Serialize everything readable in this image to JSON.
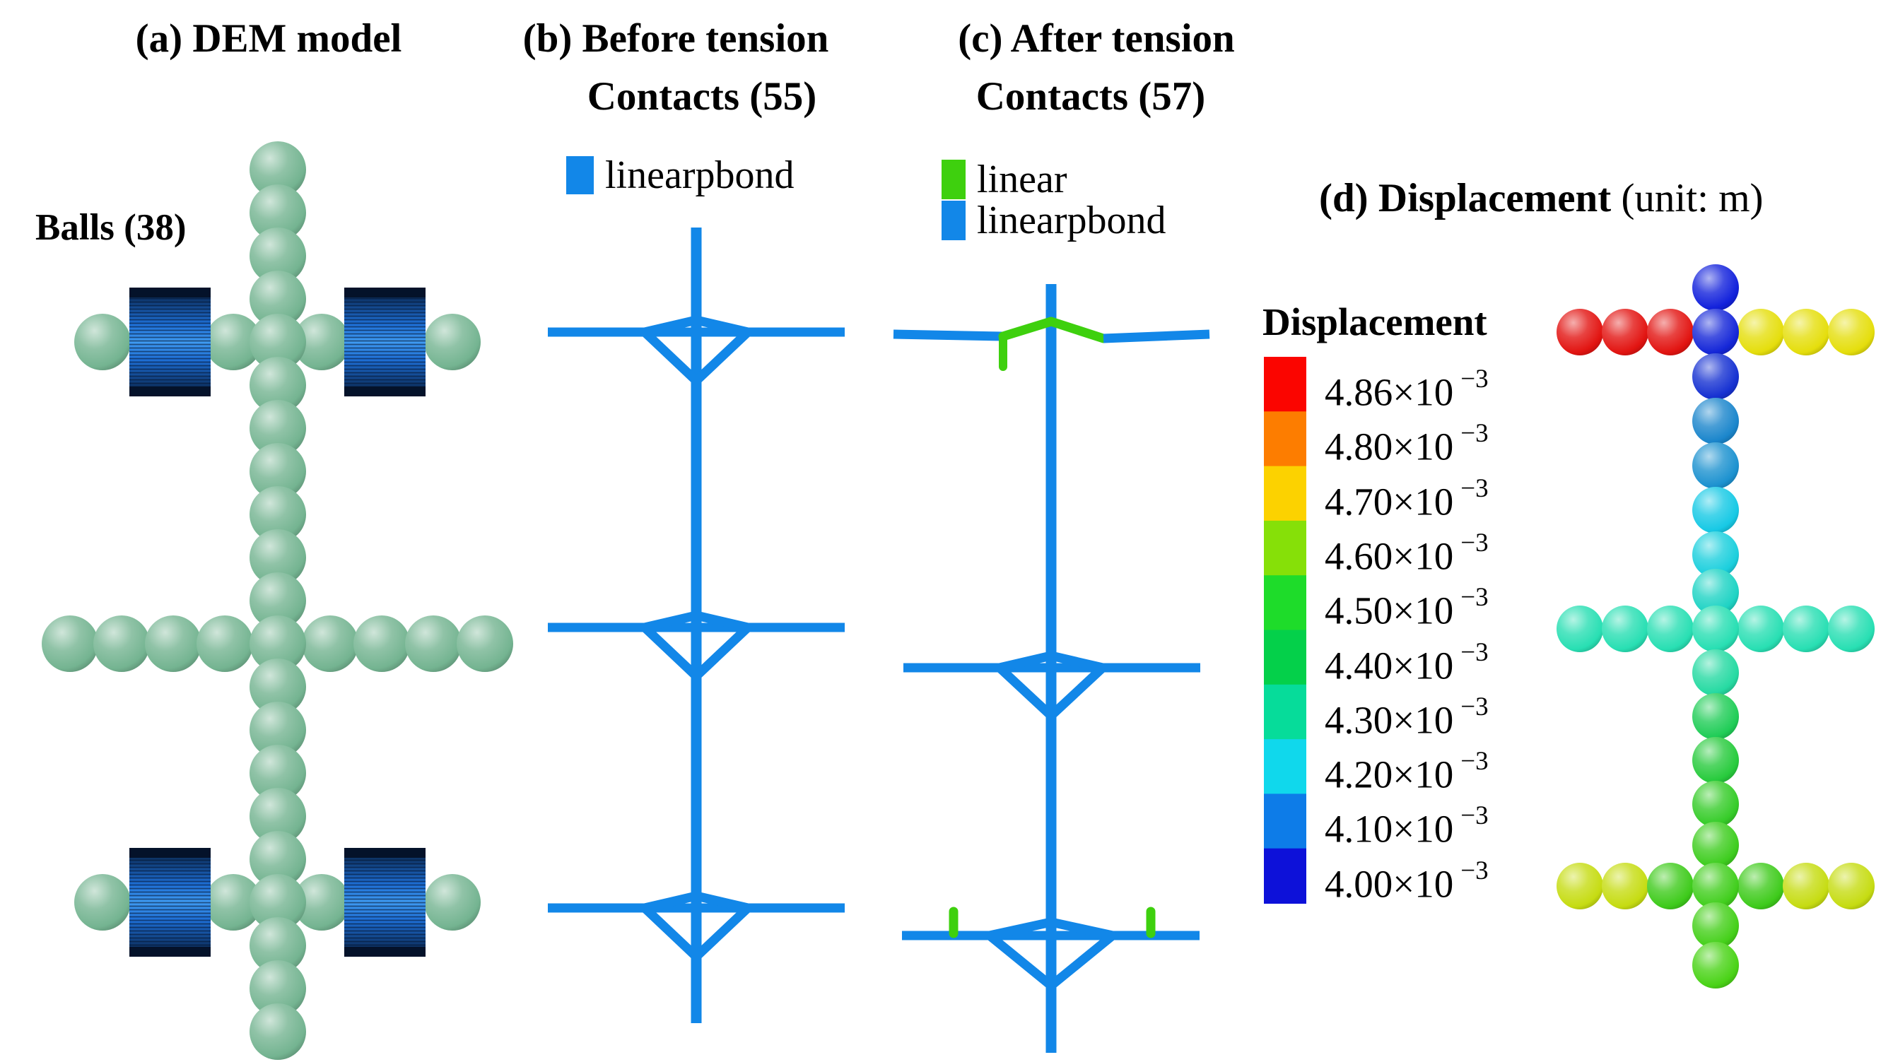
{
  "figure": {
    "background": "#ffffff",
    "panel_a": {
      "title": "(a) DEM model",
      "balls_label": "Balls (38)",
      "ball_color": "#74b491",
      "cylinder": {
        "dark": "#071d3d",
        "blue": "#1e6fd6",
        "light": "#3f9bf2",
        "band": "#04122a"
      }
    },
    "panel_b": {
      "title": "(b) Before tension",
      "subtitle": "Contacts (55)",
      "legend": [
        {
          "label": "linearpbond",
          "color": "#1287e8"
        }
      ]
    },
    "panel_c": {
      "title": "(c) After tension",
      "subtitle": "Contacts (57)",
      "legend": [
        {
          "label": "linear",
          "color": "#3ed00e"
        },
        {
          "label": "linearpbond",
          "color": "#1287e8"
        }
      ]
    },
    "panel_d": {
      "title_bold": "(d) Displacement",
      "title_unit": " (unit: m)",
      "colorbar_title": "Displacement",
      "colorbar": [
        {
          "color": "#fb0500",
          "base": "4.86×10",
          "exp": "−3"
        },
        {
          "color": "#fd7d00",
          "base": "4.80×10",
          "exp": "−3"
        },
        {
          "color": "#fcd200",
          "base": "4.70×10",
          "exp": "−3"
        },
        {
          "color": "#86e008",
          "base": "4.60×10",
          "exp": "−3"
        },
        {
          "color": "#1edc2a",
          "base": "4.50×10",
          "exp": "−3"
        },
        {
          "color": "#04d04a",
          "base": "4.40×10",
          "exp": "−3"
        },
        {
          "color": "#06dc9a",
          "base": "4.30×10",
          "exp": "−3"
        },
        {
          "color": "#10d8ec",
          "base": "4.20×10",
          "exp": "−3"
        },
        {
          "color": "#0d7ce8",
          "base": "4.10×10",
          "exp": "−3"
        },
        {
          "color": "#0d11d9",
          "base": "4.00×10",
          "exp": "−3"
        }
      ],
      "model": {
        "chain_colors": [
          "#1322dc",
          "#1527d8",
          "#1732d2",
          "#1b86cc",
          "#1d92d0",
          "#17c9e5",
          "#1bcfdd",
          "#1ed3c4",
          "#28dfb3",
          "#26daa2",
          "#20cd57",
          "#28cb3d",
          "#36cc29",
          "#3ecd1f",
          "#41ce1d",
          "#45d01a",
          "#4ad317"
        ],
        "top_arm_left": [
          "#e21411",
          "#e21411",
          "#e21411"
        ],
        "top_arm_right": [
          "#e5de0c",
          "#e5de0c",
          "#e5de0c"
        ],
        "middle_arm": [
          "#28dfb3",
          "#28dfb3",
          "#28dfb3",
          "#28dfb3",
          "#28dfb3",
          "#28dfb3"
        ],
        "bottom_arm_left": [
          "#c6dc12",
          "#c6dc12",
          "#3ecb1b"
        ],
        "bottom_arm_right": [
          "#3ecb1b",
          "#c6dc12",
          "#c6dc12"
        ]
      }
    }
  }
}
